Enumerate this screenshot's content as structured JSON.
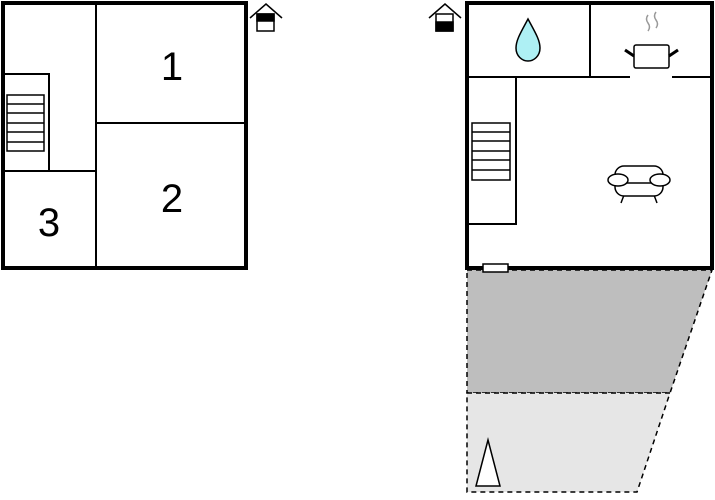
{
  "upper_floor": {
    "rooms": [
      {
        "label": "1"
      },
      {
        "label": "2"
      },
      {
        "label": "3"
      }
    ],
    "floor_icon": "house-upper-floor-icon"
  },
  "ground_floor": {
    "floor_icon": "house-ground-floor-icon",
    "icons": [
      "water-drop-icon",
      "cooking-pot-icon",
      "sofa-icon",
      "stairs-icon",
      "tent-icon"
    ]
  },
  "colors": {
    "water": "#aef0f4",
    "terrace_dark": "#bebebe",
    "terrace_light": "#e6e6e6"
  }
}
